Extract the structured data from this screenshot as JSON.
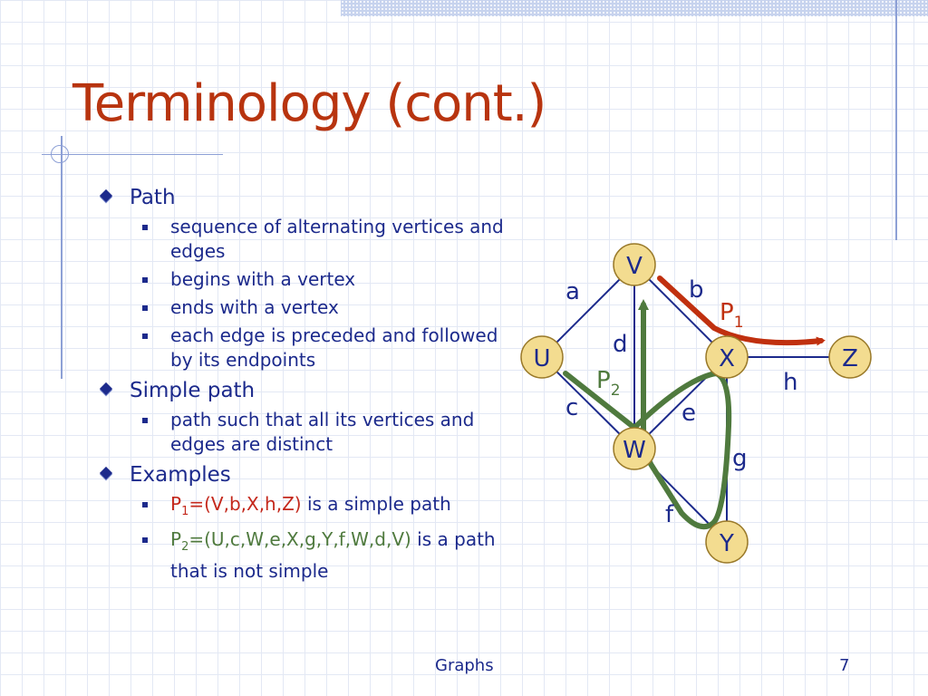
{
  "slide": {
    "title": "Terminology (cont.)",
    "footer_label": "Graphs",
    "page_number": "7"
  },
  "bullets": {
    "path": {
      "label": "Path",
      "items": [
        "sequence of alternating vertices and edges",
        "begins with a vertex",
        "ends with a vertex",
        "each edge is preceded and followed by its endpoints"
      ]
    },
    "simple_path": {
      "label": "Simple path",
      "items": [
        "path such that all its vertices and edges are distinct"
      ]
    },
    "examples": {
      "label": "Examples",
      "ex1": {
        "p": "P",
        "sub": "1",
        "seq": "=(V,b,X,h,Z)",
        "rest": " is a simple path"
      },
      "ex2": {
        "p": "P",
        "sub": "2",
        "seq": "=(U,c,W,e,X,g,Y,f,W,d,V)",
        "rest": " is a path that is not simple"
      }
    }
  },
  "graph": {
    "vertices": [
      "V",
      "U",
      "X",
      "Z",
      "W",
      "Y"
    ],
    "edges": [
      "a",
      "b",
      "c",
      "d",
      "e",
      "f",
      "g",
      "h"
    ],
    "paths": [
      {
        "name": "P",
        "sub": "1",
        "color": "#c0300f"
      },
      {
        "name": "P",
        "sub": "2",
        "color": "#4f7a3e"
      }
    ],
    "vertex_fill": "#f3dc90",
    "vertex_stroke": "#9a7a2a"
  }
}
